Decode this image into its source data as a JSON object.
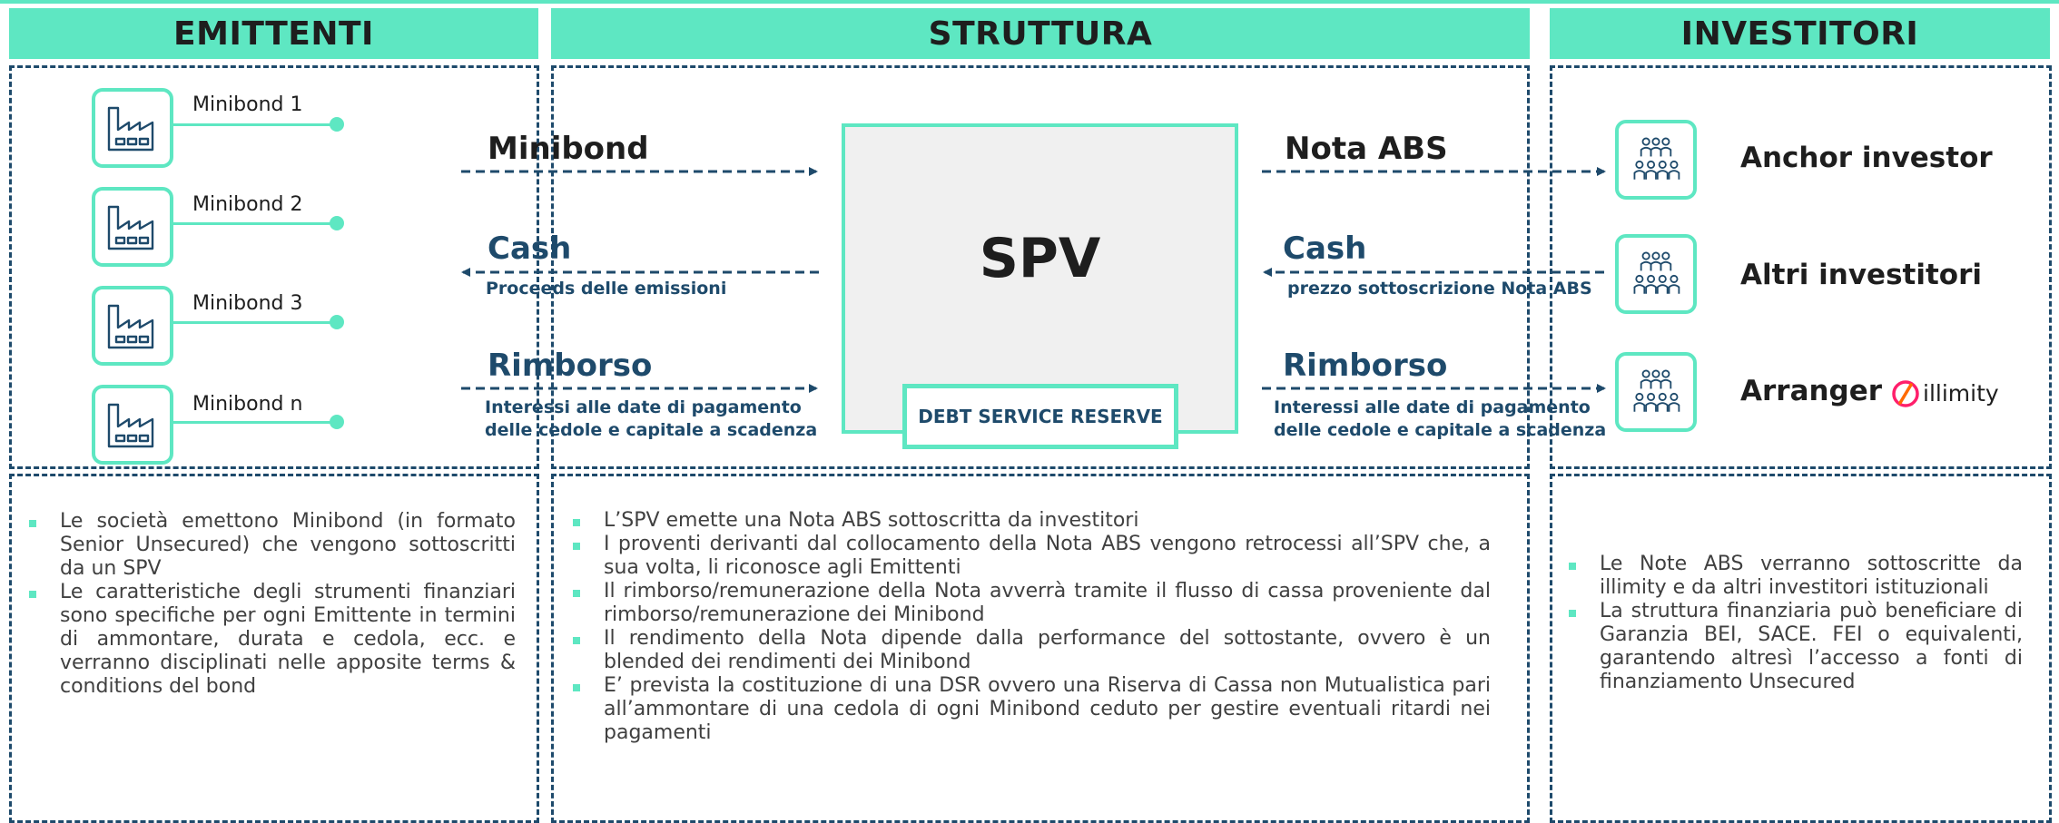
{
  "headers": {
    "emittenti": "EMITTENTI",
    "struttura": "STRUTTURA",
    "investitori": "INVESTITORI"
  },
  "issuers": [
    {
      "label": "Minibond 1"
    },
    {
      "label": "Minibond 2"
    },
    {
      "label": "Minibond 3"
    },
    {
      "label": "Minibond n"
    }
  ],
  "flows_left": {
    "minibond": "Minibond",
    "cash": "Cash",
    "cash_sub": "Proceeds delle emissioni",
    "rimborso": "Rimborso",
    "rimborso_sub1": "Interessi alle date di pagamento",
    "rimborso_sub2": "delle cedole e capitale a scadenza"
  },
  "flows_right": {
    "nota": "Nota ABS",
    "cash": "Cash",
    "cash_sub": "prezzo sottoscrizione Nota ABS",
    "rimborso": "Rimborso",
    "rimborso_sub1": "Interessi alle date di pagamento",
    "rimborso_sub2": "delle cedole e capitale a scadenza"
  },
  "spv": {
    "label": "SPV",
    "reserve": "DEBT SERVICE RESERVE"
  },
  "investors": [
    {
      "label": "Anchor investor"
    },
    {
      "label": "Altri investitori"
    },
    {
      "label": "Arranger"
    }
  ],
  "brand": {
    "name": "illimity",
    "icon": "illimity-logo-icon"
  },
  "notes": {
    "emittenti": [
      "Le società emettono Minibond (in formato Senior Unsecured) che vengono sottoscritti da un SPV",
      "Le caratteristiche degli strumenti finanziari sono specifiche per ogni Emittente in termini di ammontare, durata e cedola, ecc. e verranno disciplinati nelle apposite terms & conditions del bond"
    ],
    "struttura": [
      "L’SPV emette una Nota ABS sottoscritta da investitori",
      "I proventi derivanti dal collocamento della Nota ABS vengono retrocessi all’SPV che, a sua volta, li riconosce agli Emittenti",
      "Il rimborso/remunerazione della Nota avverrà tramite il flusso di cassa proveniente dal rimborso/remunerazione dei Minibond",
      "Il rendimento della Nota dipende dalla performance del sottostante, ovvero è un blended dei rendimenti dei Minibond",
      "E’ prevista la costituzione di una DSR ovvero una Riserva di Cassa non Mutualistica pari all’ammontare di una cedola di ogni Minibond ceduto per gestire eventuali ritardi nei pagamenti"
    ],
    "investitori": [
      "Le Note ABS verranno sottoscritte da illimity e da altri investitori istituzionali",
      "La struttura finanziaria può beneficiare di Garanzia BEI, SACE. FEI o equivalenti, garantendo altresì l’accesso a fonti di finanziamento Unsecured"
    ]
  },
  "colors": {
    "accent": "#5ee7c2",
    "navy": "#1e4a6b",
    "text": "#1e1e1e",
    "spv_fill": "#f0f0f0"
  },
  "icons": {
    "issuer": "factory-icon",
    "investor": "people-group-icon"
  }
}
